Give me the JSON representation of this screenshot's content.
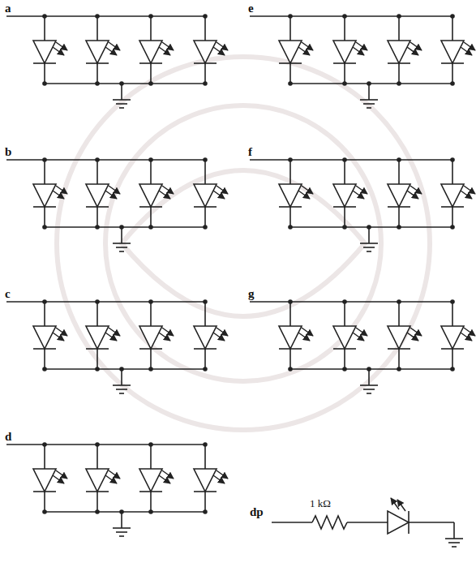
{
  "diagram": {
    "labels": [
      "a",
      "e",
      "b",
      "f",
      "c",
      "g",
      "d",
      "dp",
      "1 kΩ"
    ]
  }
}
